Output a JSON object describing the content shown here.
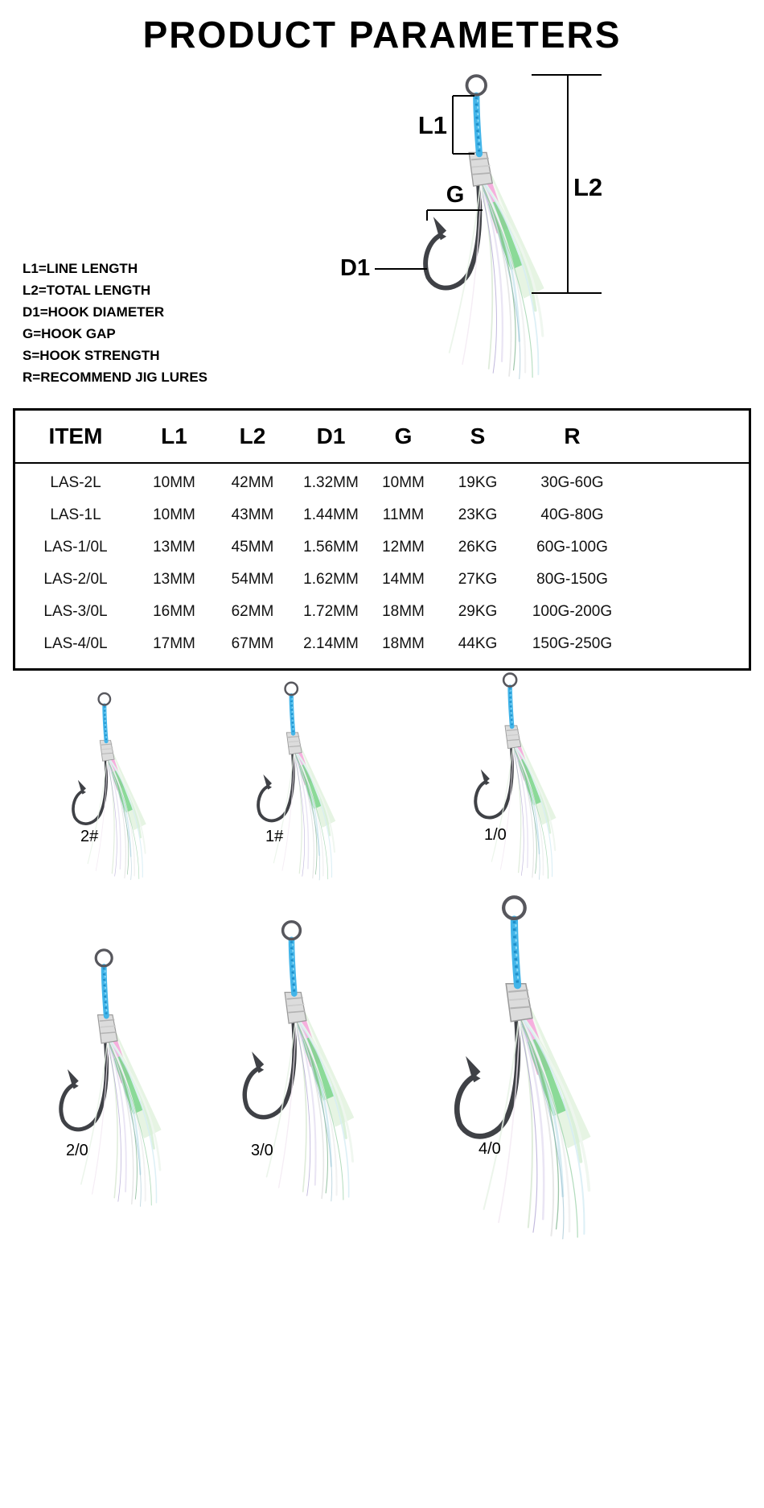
{
  "title": "PRODUCT PARAMETERS",
  "diagram": {
    "labels": {
      "l1": "L1",
      "l2": "L2",
      "g": "G",
      "d1": "D1"
    },
    "legend": [
      "L1=LINE LENGTH",
      "L2=TOTAL LENGTH",
      "D1=HOOK DIAMETER",
      "G=HOOK GAP",
      "S=HOOK STRENGTH",
      "R=RECOMMEND JIG LURES"
    ]
  },
  "table": {
    "headers": [
      "ITEM",
      "L1",
      "L2",
      "D1",
      "G",
      "S",
      "R"
    ],
    "rows": [
      [
        "LAS-2L",
        "10MM",
        "42MM",
        "1.32MM",
        "10MM",
        "19KG",
        "30G-60G"
      ],
      [
        "LAS-1L",
        "10MM",
        "43MM",
        "1.44MM",
        "11MM",
        "23KG",
        "40G-80G"
      ],
      [
        "LAS-1/0L",
        "13MM",
        "45MM",
        "1.56MM",
        "12MM",
        "26KG",
        "60G-100G"
      ],
      [
        "LAS-2/0L",
        "13MM",
        "54MM",
        "1.62MM",
        "14MM",
        "27KG",
        "80G-150G"
      ],
      [
        "LAS-3/0L",
        "16MM",
        "62MM",
        "1.72MM",
        "18MM",
        "29KG",
        "100G-200G"
      ],
      [
        "LAS-4/0L",
        "17MM",
        "67MM",
        "2.14MM",
        "18MM",
        "44KG",
        "150G-250G"
      ]
    ]
  },
  "sizes": [
    "2#",
    "1#",
    "1/0",
    "2/0",
    "3/0",
    "4/0"
  ],
  "colors": {
    "braid_line": "#43b5e9",
    "tinsel_green": "#7fd68e",
    "tinsel_pink": "#f5abdc",
    "hook_metal": "#3f4146"
  }
}
